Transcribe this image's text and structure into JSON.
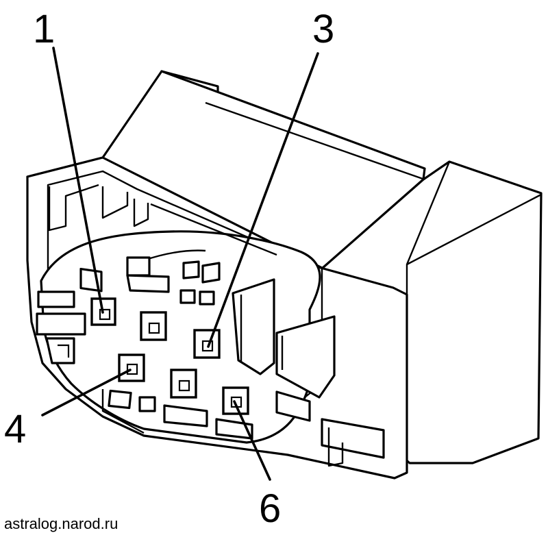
{
  "diagram": {
    "callouts": [
      {
        "id": "pin-1",
        "label": "1"
      },
      {
        "id": "pin-3",
        "label": "3"
      },
      {
        "id": "pin-4",
        "label": "4"
      },
      {
        "id": "pin-6",
        "label": "6"
      }
    ],
    "credit": "astralog.narod.ru"
  }
}
